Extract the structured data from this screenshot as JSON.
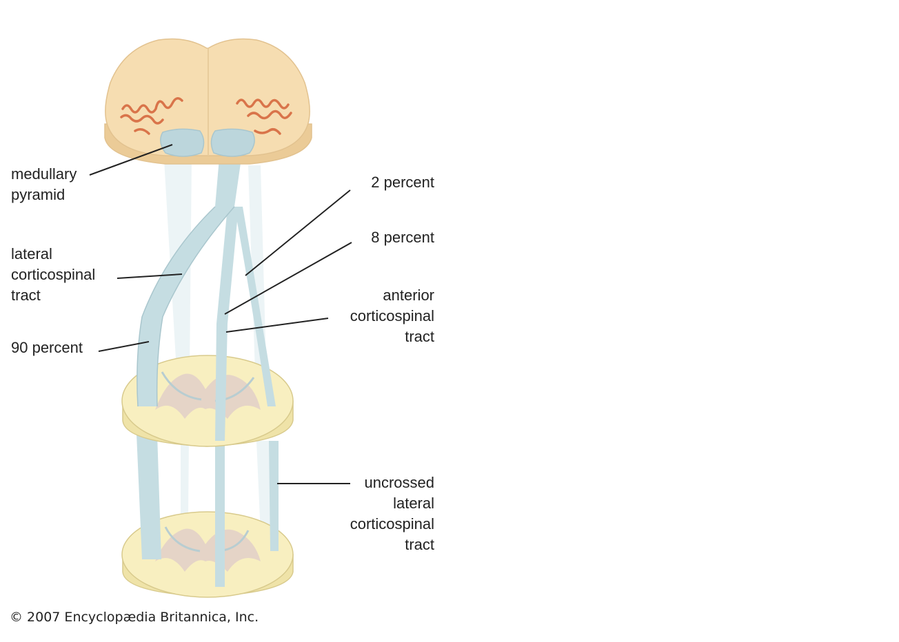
{
  "diagram": {
    "labels": {
      "medullary_pyramid": [
        "medullary",
        "pyramid"
      ],
      "lateral_corticospinal_tract": [
        "lateral",
        "corticospinal",
        "tract"
      ],
      "ninety_percent": "90 percent",
      "two_percent": "2 percent",
      "eight_percent": "8 percent",
      "anterior_corticospinal_tract": [
        "anterior",
        "corticospinal",
        "tract"
      ],
      "uncrossed_lateral_corticospinal_tract": [
        "uncrossed",
        "lateral",
        "corticospinal",
        "tract"
      ]
    },
    "credit": "© 2007 Encyclopædia Britannica, Inc.",
    "colors": {
      "medulla": "#f6ddb1",
      "medulla_edge": "#e2c28f",
      "olive": "#d9744a",
      "pyramid": "#bcd6dc",
      "tract": "#c5dde2",
      "cord_white": "#f8efc0",
      "cord_edge": "#d8ca8c",
      "cord_gray": "#e2cfc8",
      "leader": "#222222"
    }
  }
}
